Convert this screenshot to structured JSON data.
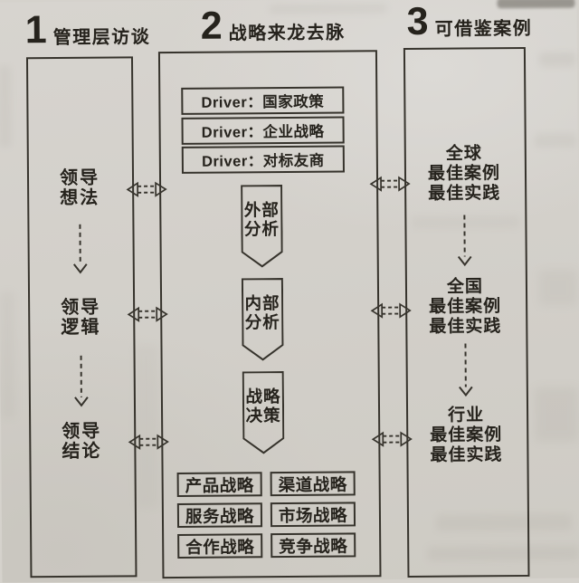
{
  "page": {
    "background": "#d3d0ca",
    "ink": "#26231d",
    "line_color": "#36332c"
  },
  "headers": [
    {
      "number": "1",
      "title": "管理层访谈"
    },
    {
      "number": "2",
      "title": "战略来龙去脉"
    },
    {
      "number": "3",
      "title": "可借鉴案例"
    }
  ],
  "left_column": {
    "items": [
      {
        "text": "领导\n想法"
      },
      {
        "text": "领导\n逻辑"
      },
      {
        "text": "领导\n结论"
      }
    ]
  },
  "middle_column": {
    "drivers": [
      {
        "label": "Driver：国家政策"
      },
      {
        "label": "Driver：企业战略"
      },
      {
        "label": "Driver：对标友商"
      }
    ],
    "process_steps": [
      {
        "text": "外部\n分析"
      },
      {
        "text": "内部\n分析"
      },
      {
        "text": "战略\n决策"
      }
    ],
    "strategies": [
      {
        "label": "产品战略"
      },
      {
        "label": "渠道战略"
      },
      {
        "label": "服务战略"
      },
      {
        "label": "市场战略"
      },
      {
        "label": "合作战略"
      },
      {
        "label": "竞争战略"
      }
    ]
  },
  "right_column": {
    "items": [
      {
        "text": "全球\n最佳案例\n最佳实践"
      },
      {
        "text": "全国\n最佳案例\n最佳实践"
      },
      {
        "text": "行业\n最佳案例\n最佳实践"
      }
    ]
  }
}
